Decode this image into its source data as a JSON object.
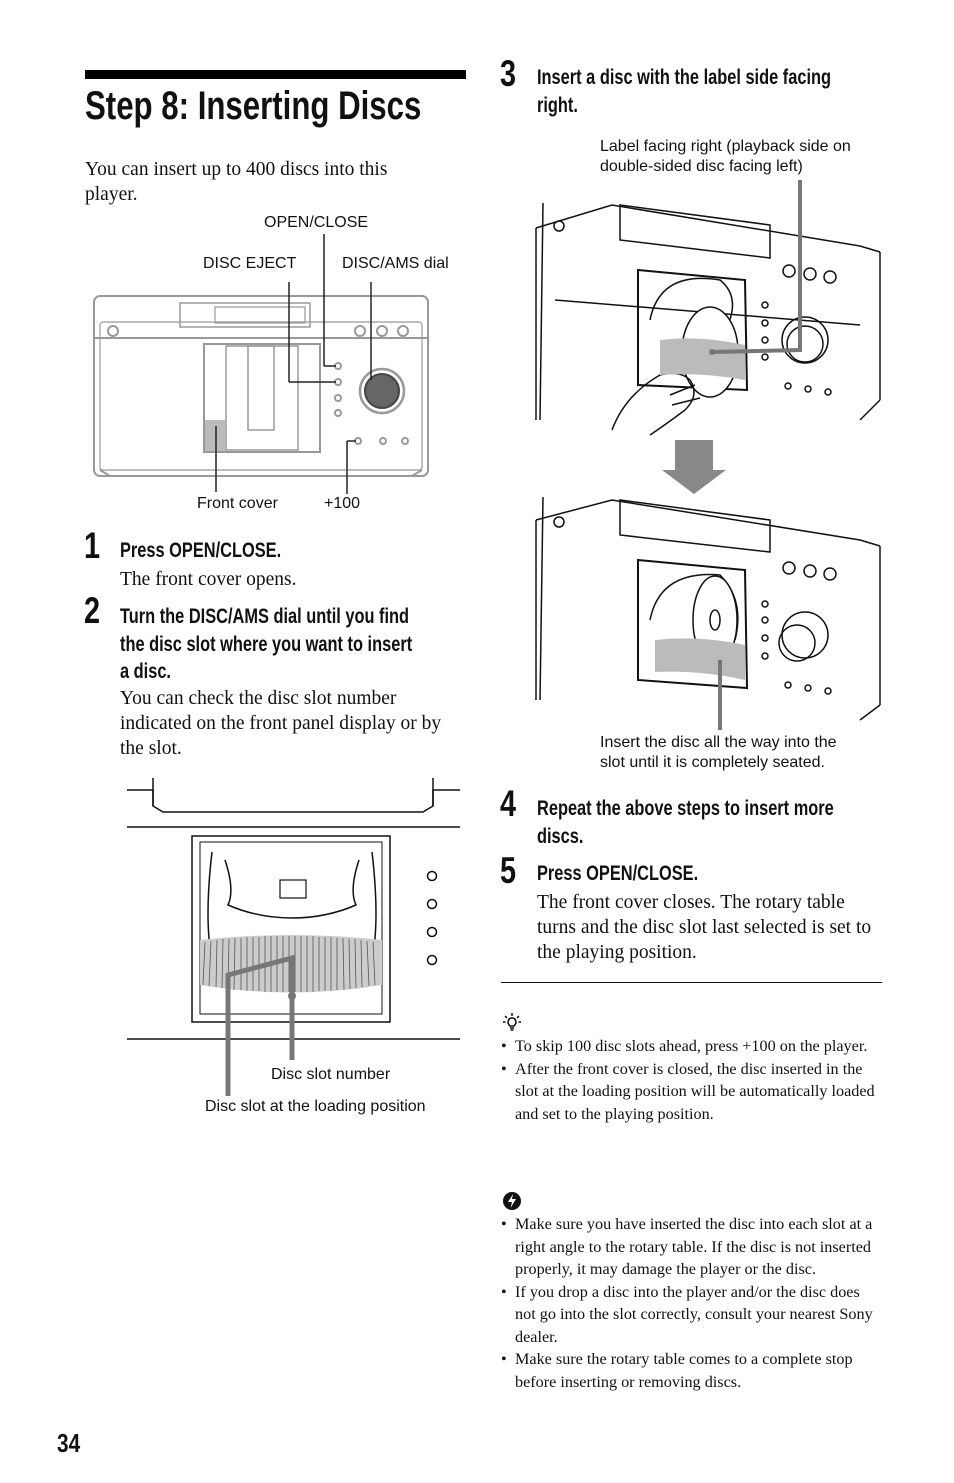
{
  "page": {
    "title": "Step 8: Inserting Discs",
    "intro": "You can insert up to 400 discs into this player.",
    "page_number": "34"
  },
  "figure1": {
    "open_close": "OPEN/CLOSE",
    "disc_eject": "DISC EJECT",
    "disc_ams_dial": "DISC/AMS dial",
    "front_cover": "Front cover",
    "plus100": "+100"
  },
  "steps": [
    {
      "number": "1",
      "heading": "Press OPEN/CLOSE.",
      "body": "The front cover opens."
    },
    {
      "number": "2",
      "heading_lines": [
        "Turn the DISC/AMS dial until you find",
        "the disc slot where you want to insert",
        "a disc."
      ],
      "body": "You can check the disc slot number indicated on the front panel display or by the slot."
    },
    {
      "number": "3",
      "heading_lines": [
        "Insert a disc with the label side facing",
        "right."
      ]
    },
    {
      "number": "4",
      "heading_lines": [
        "Repeat the above steps to insert more",
        "discs."
      ]
    },
    {
      "number": "5",
      "heading": "Press OPEN/CLOSE.",
      "body": "The front cover closes. The rotary table turns and the disc slot last selected is set to the playing position."
    }
  ],
  "figure2": {
    "disc_slot_number": "Disc slot number",
    "disc_slot_loading": "Disc slot at the loading position"
  },
  "figure3": {
    "label_facing_lines": [
      "Label facing right (playback side on",
      "double-sided disc facing left)"
    ],
    "insert_lines": [
      "Insert the disc all the way into the",
      "slot until it is completely seated."
    ]
  },
  "tips": {
    "icon": "lightbulb-icon",
    "items": [
      "To skip 100 disc slots ahead, press +100 on the player.",
      "After the front cover is closed, the disc inserted in the slot at the loading position will be automatically loaded and set to the playing position."
    ]
  },
  "notes": {
    "icon": "caution-icon",
    "items": [
      "Make sure you have inserted the disc into each slot at a right angle to the rotary table. If the disc is not inserted properly, it may damage the player or the disc.",
      "If you drop a disc into the player and/or the disc does not go into the slot correctly, consult your nearest Sony dealer.",
      "Make sure the rotary table comes to a complete stop before inserting or removing discs."
    ]
  }
}
